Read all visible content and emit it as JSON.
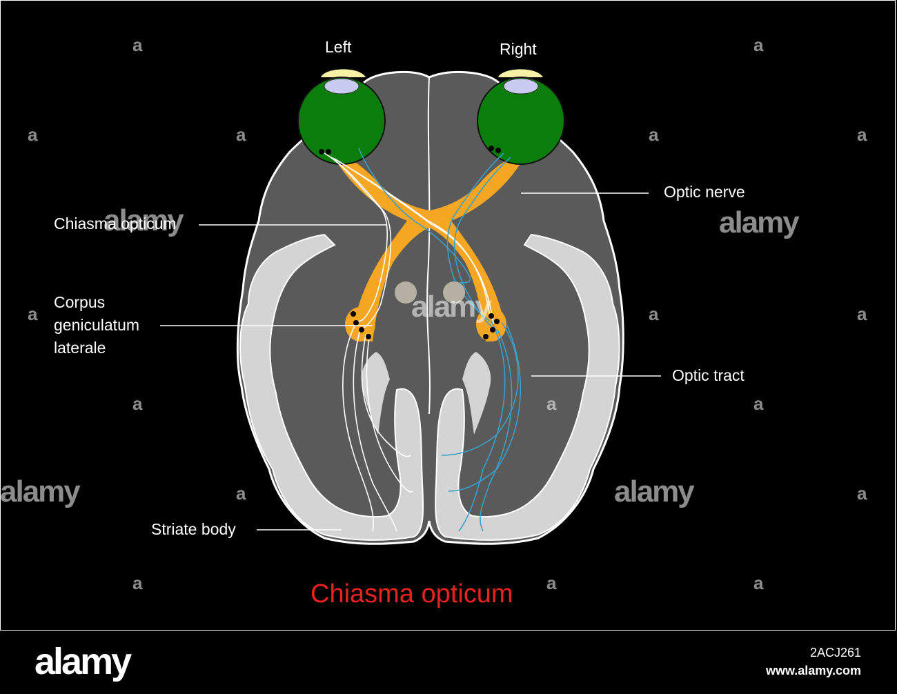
{
  "labels": {
    "left": "Left",
    "right": "Right",
    "optic_nerve": "Optic nerve",
    "chiasma_opticum": "Chiasma opticum",
    "corpus_geniculatum": "Corpus\ngeniculatum\nlaterale",
    "optic_tract": "Optic tract",
    "striate_body": "Striate body"
  },
  "title": "Chiasma opticum",
  "watermark": {
    "word": "alamy",
    "letter": "a"
  },
  "footer": {
    "logo": "alamy",
    "image_id": "2ACJ261",
    "url": "www.alamy.com"
  },
  "colors": {
    "background": "#000000",
    "brain": "#5a5a5a",
    "cortex": "#d4d4d4",
    "eye": "#0a7d0a",
    "optic_fibers": "#f5a623",
    "left_fibers": "#ffffff",
    "right_fibers": "#3aa0c8",
    "title": "#e8221d"
  }
}
